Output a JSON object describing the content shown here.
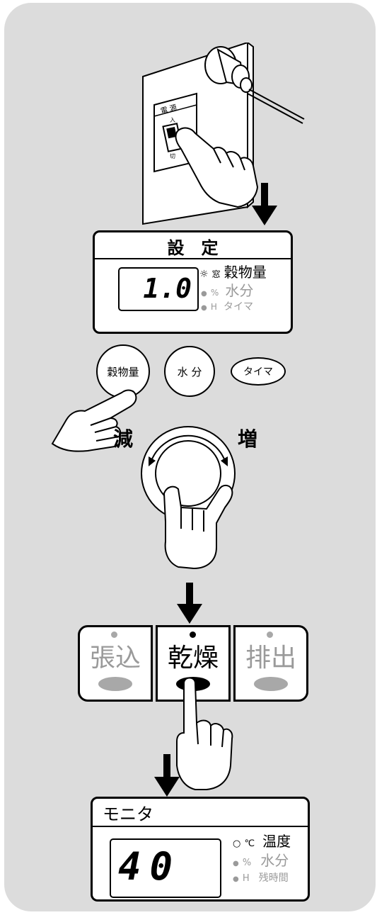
{
  "wall_switch": {
    "label_top": "電 源",
    "label_on": "入",
    "label_off": "切"
  },
  "settings_panel": {
    "title": "設　定",
    "display_value": "1.0",
    "indicators": [
      {
        "symbol": "☼",
        "unit": "窓",
        "label": "穀物量",
        "active": true
      },
      {
        "symbol": "●",
        "unit": "%",
        "label": "水分",
        "active": false
      },
      {
        "symbol": "●",
        "unit": "H",
        "label": "タイマ",
        "active": false
      }
    ]
  },
  "select_buttons": {
    "grain": "穀物量",
    "moisture": "水 分",
    "timer": "タイマ"
  },
  "dial": {
    "decrease_label": "減",
    "increase_label": "増"
  },
  "mode_buttons": [
    {
      "label": "張込",
      "active": false
    },
    {
      "label": "乾燥",
      "active": true
    },
    {
      "label": "排出",
      "active": false
    }
  ],
  "monitor_panel": {
    "title": "モニタ",
    "display_value": "40",
    "indicators": [
      {
        "symbol": "○",
        "unit": "℃",
        "label": "温度",
        "active": true
      },
      {
        "symbol": "●",
        "unit": "%",
        "label": "水分",
        "active": false
      },
      {
        "symbol": "●",
        "unit": "H",
        "label": "残時間",
        "active": false
      }
    ]
  },
  "colors": {
    "background": "#dcdcdc",
    "ink": "#000000",
    "inactive": "#9a9a9a",
    "inactive_lamp": "#a8a8a8",
    "active_lamp": "#000000"
  }
}
